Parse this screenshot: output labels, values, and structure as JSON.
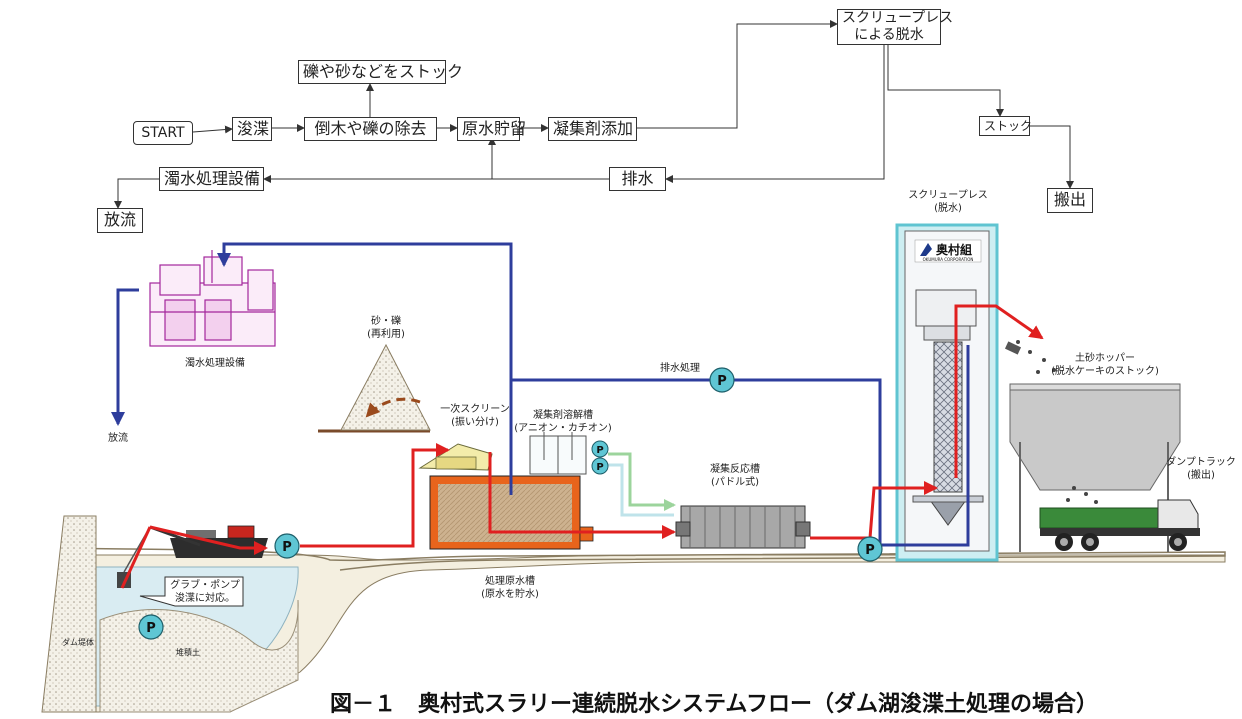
{
  "flow": {
    "start": "START",
    "dredge": "浚渫",
    "remove": "倒木や礫の除去",
    "stock_gravel": "礫や砂などをストック",
    "raw_storage": "原水貯留",
    "coagulant": "凝集剤添加",
    "screw_press": [
      "スクリュープレス",
      "による脱水"
    ],
    "stock": "ストック",
    "carry_out": "搬出",
    "drainage": "排水",
    "turbid_facility": "濁水処理設備",
    "discharge": "放流"
  },
  "diagram": {
    "turbid_facility": "濁水処理設備",
    "discharge": "放流",
    "sand_gravel": [
      "砂・礫",
      "(再利用)"
    ],
    "primary_screen": [
      "一次スクリーン",
      "(振い分け)"
    ],
    "drainage_treatment": "排水処理",
    "coagulant_tank": [
      "凝集剤溶解槽",
      "(アニオン・カチオン)"
    ],
    "reaction_tank": [
      "凝集反応槽",
      "(パドル式)"
    ],
    "screw_press": [
      "スクリュープレス",
      "(脱水)"
    ],
    "hopper": [
      "土砂ホッパー",
      "(脱水ケーキのストック)"
    ],
    "dump_truck": [
      "ダンプトラック",
      "(搬出)"
    ],
    "raw_water_tank": [
      "処理原水槽",
      "(原水を貯水)"
    ],
    "grab_pump": [
      "グラブ・ポンプ",
      "浚渫に対応。"
    ],
    "dam_body": "ダム堤体",
    "sediment": "堆積土",
    "pump": "P",
    "logo_main": "奥村組",
    "logo_sub": "OKUMURA CORPORATION"
  },
  "caption": "図－１　奥村式スラリー連続脱水システムフロー（ダム湖浚渫土処理の場合）"
}
